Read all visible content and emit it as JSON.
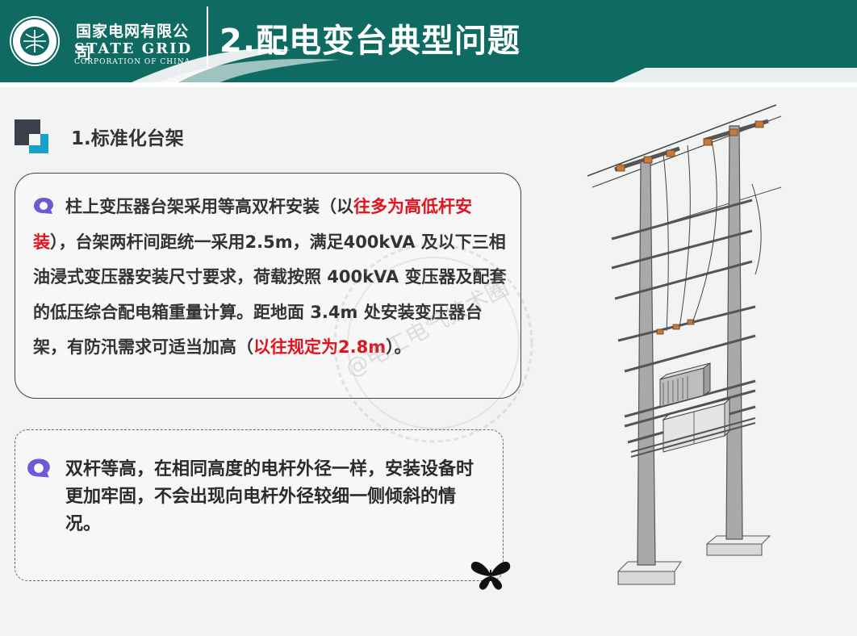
{
  "header": {
    "company_cn": "国家电网有限公司",
    "company_en": "STATE GRID",
    "company_sub": "CORPORATION OF CHINA",
    "title": "2.配电变台典型问题"
  },
  "section": {
    "title": "1.标准化台架"
  },
  "card1": {
    "seg1": "柱上变压器台架采用等高双杆安装（以",
    "seg2_red": "往多为高低杆安装",
    "seg3": "），台架两杆间距统一采用2.5m，满足400kVA 及以下三相油浸式变压器安装尺寸要求，荷载按照 400kVA 变压器及配套的低压综合配电箱重量计算。距地面 3.4m 处安装变压器台架，有防汛需求可适当加高（",
    "seg4_red": "以往规定为2.8m",
    "seg5": "）。"
  },
  "card2": {
    "text": "双杆等高，在相同高度的电杆外径一样，安装设备时更加牢固，不会出现向电杆外径较细一侧倾斜的情况。"
  },
  "watermark": {
    "text": "@电工电气技术圈"
  },
  "colors": {
    "header_bg": "#0f6b62",
    "accent_red": "#e0141e",
    "bubble": "#6b5bd6",
    "icon_dark": "#3a3f4a",
    "icon_teal": "#1aa0c8"
  }
}
